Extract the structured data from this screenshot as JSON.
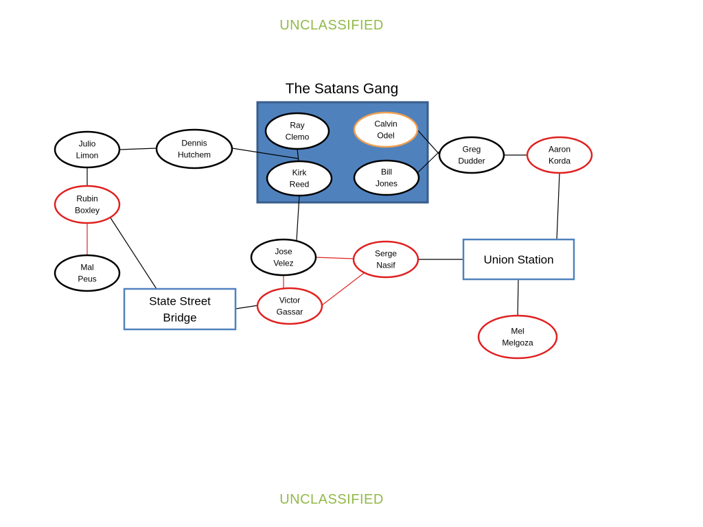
{
  "classification": {
    "top": "UNCLASSIFIED",
    "bottom": "UNCLASSIFIED",
    "color": "#92b94a"
  },
  "group": {
    "title": "The Satans Gang",
    "fill": "#4f81bd",
    "stroke": "#385d8a"
  },
  "colors": {
    "black_node": "#000000",
    "red_node": "#e02020",
    "orange_node": "#f0a050",
    "location_box": "#4f81bd"
  },
  "people": [
    {
      "id": "julio-limon",
      "name": [
        "Julio",
        "Limon"
      ],
      "style": "black"
    },
    {
      "id": "dennis-hutchem",
      "name": [
        "Dennis",
        "Hutchem"
      ],
      "style": "black"
    },
    {
      "id": "rubin-boxley",
      "name": [
        "Rubin",
        "Boxley"
      ],
      "style": "red"
    },
    {
      "id": "mal-peus",
      "name": [
        "Mal",
        "Peus"
      ],
      "style": "black"
    },
    {
      "id": "ray-clemo",
      "name": [
        "Ray",
        "Clemo"
      ],
      "style": "black"
    },
    {
      "id": "calvin-odel",
      "name": [
        "Calvin",
        "Odel"
      ],
      "style": "orange"
    },
    {
      "id": "kirk-reed",
      "name": [
        "Kirk",
        "Reed"
      ],
      "style": "black"
    },
    {
      "id": "bill-jones",
      "name": [
        "Bill",
        "Jones"
      ],
      "style": "black"
    },
    {
      "id": "greg-dudder",
      "name": [
        "Greg",
        "Dudder"
      ],
      "style": "black"
    },
    {
      "id": "aaron-korda",
      "name": [
        "Aaron",
        "Korda"
      ],
      "style": "red"
    },
    {
      "id": "jose-velez",
      "name": [
        "Jose",
        "Velez"
      ],
      "style": "black"
    },
    {
      "id": "serge-nasif",
      "name": [
        "Serge",
        "Nasif"
      ],
      "style": "red"
    },
    {
      "id": "victor-gassar",
      "name": [
        "Victor",
        "Gassar"
      ],
      "style": "red"
    },
    {
      "id": "mel-melgoza",
      "name": [
        "Mel",
        "Melgoza"
      ],
      "style": "red"
    }
  ],
  "locations": [
    {
      "id": "state-street-bridge",
      "name": [
        "State Street",
        "Bridge"
      ]
    },
    {
      "id": "union-station",
      "name": [
        "Union Station"
      ]
    }
  ],
  "links": [
    {
      "from": "julio-limon",
      "to": "dennis-hutchem",
      "color": "black"
    },
    {
      "from": "dennis-hutchem",
      "to": "kirk-reed",
      "color": "black"
    },
    {
      "from": "julio-limon",
      "to": "rubin-boxley",
      "color": "black"
    },
    {
      "from": "rubin-boxley",
      "to": "mal-peus",
      "color": "red"
    },
    {
      "from": "rubin-boxley",
      "to": "state-street-bridge",
      "color": "black"
    },
    {
      "from": "ray-clemo",
      "to": "kirk-reed",
      "color": "black"
    },
    {
      "from": "calvin-odel",
      "to": "greg-dudder",
      "color": "black"
    },
    {
      "from": "bill-jones",
      "to": "greg-dudder",
      "color": "black"
    },
    {
      "from": "greg-dudder",
      "to": "aaron-korda",
      "color": "black"
    },
    {
      "from": "aaron-korda",
      "to": "union-station",
      "color": "black"
    },
    {
      "from": "kirk-reed",
      "to": "jose-velez",
      "color": "black"
    },
    {
      "from": "jose-velez",
      "to": "serge-nasif",
      "color": "red"
    },
    {
      "from": "jose-velez",
      "to": "victor-gassar",
      "color": "red"
    },
    {
      "from": "serge-nasif",
      "to": "victor-gassar",
      "color": "red"
    },
    {
      "from": "serge-nasif",
      "to": "union-station",
      "color": "black"
    },
    {
      "from": "state-street-bridge",
      "to": "victor-gassar",
      "color": "black"
    },
    {
      "from": "union-station",
      "to": "mel-melgoza",
      "color": "black"
    }
  ]
}
